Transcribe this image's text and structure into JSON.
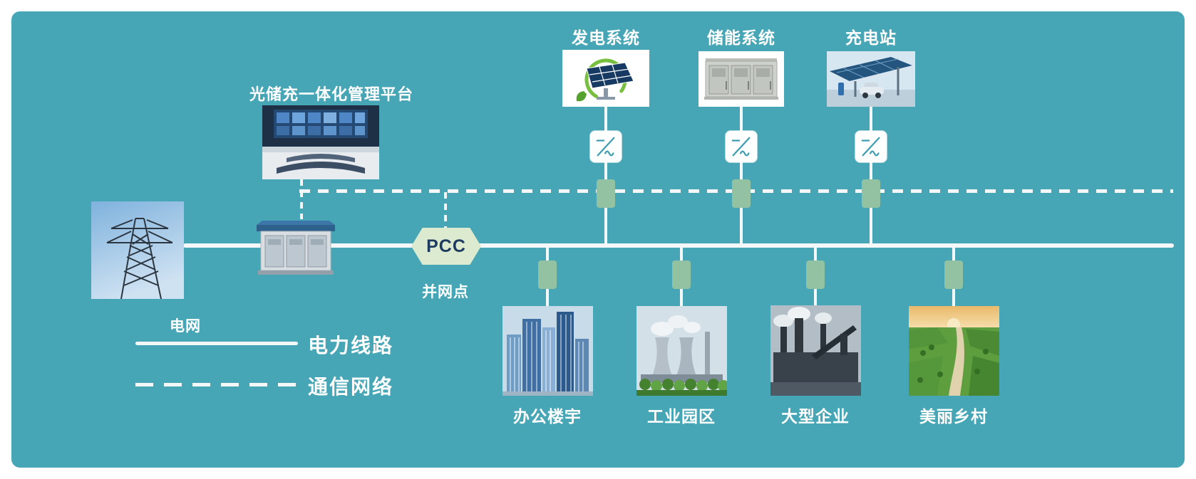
{
  "platform": {
    "label": "光储充一体化管理平台"
  },
  "grid": {
    "label": "电网"
  },
  "pcc": {
    "label": "PCC",
    "sublabel": "并网点"
  },
  "top_nodes": [
    {
      "label": "发电系统"
    },
    {
      "label": "储能系统"
    },
    {
      "label": "充电站"
    }
  ],
  "bottom_nodes": [
    {
      "label": "办公楼宇"
    },
    {
      "label": "工业园区"
    },
    {
      "label": "大型企业"
    },
    {
      "label": "美丽乡村"
    }
  ],
  "legend": {
    "power_line_label": "电力线路",
    "comm_line_label": "通信网络"
  },
  "colors": {
    "background": "#46a6b5",
    "line_white": "#f3f7f7",
    "connector_block_green": "#93c2a2",
    "pcc_fill": "#dcead0",
    "pcc_text": "#1d3a5f"
  }
}
